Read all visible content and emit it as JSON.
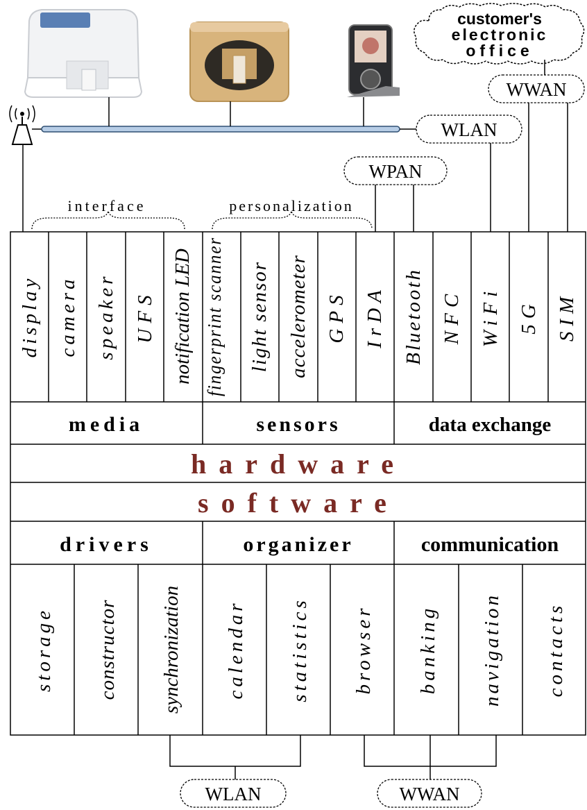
{
  "cloud": {
    "customer_office": [
      "customer's",
      "electronic",
      "office"
    ]
  },
  "networks": {
    "wwan_top": "WWAN",
    "wlan_top": "WLAN",
    "wpan": "WPAN",
    "wlan_bottom": "WLAN",
    "wwan_bottom": "WWAN"
  },
  "brackets": {
    "interface": "interface",
    "personalization": "personalization"
  },
  "hardware_items": [
    "display",
    "camera",
    "speaker",
    "UFS",
    "notification LED",
    "fingerprint scanner",
    "light sensor",
    "accelerometer",
    "GPS",
    "IrDA",
    "Bluetooth",
    "NFC",
    "WiFi",
    "5G",
    "SIM"
  ],
  "hardware_groups": {
    "media": "media",
    "sensors": "sensors",
    "data_exchange": "data exchange"
  },
  "hardware": "hardware",
  "software": "software",
  "software_groups": {
    "drivers": "drivers",
    "organizer": "organizer",
    "communication": "communication"
  },
  "software_items": [
    "storage",
    "constructor",
    "synchronization",
    "calendar",
    "statistics",
    "browser",
    "banking",
    "navigation",
    "contacts"
  ],
  "colors": {
    "title": "#7a2a24",
    "bus_fill": "#b7cde6",
    "bus_stroke": "#2f4f72",
    "gold_device": "#d8b47c"
  },
  "icons": [
    "printer-device-white-icon",
    "printer-device-gold-icon",
    "phone-device-icon",
    "antenna-icon"
  ]
}
